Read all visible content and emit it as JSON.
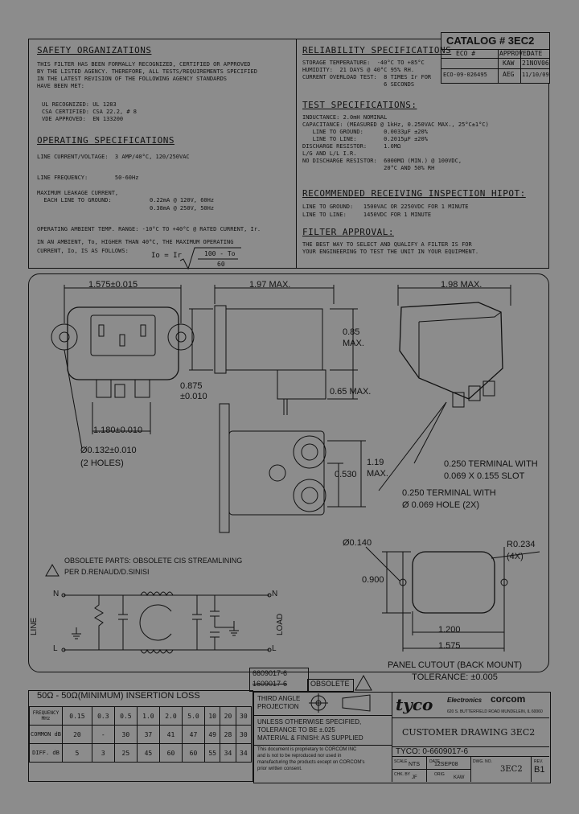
{
  "catalog": {
    "title": "CATALOG # 3EC2",
    "col_eco": "ECO #",
    "col_approved": "APPROVED",
    "col_date": "DATE",
    "r1_by": "KAW",
    "r1_date": "21NOV06",
    "r2_eco": "ECO-09-026495",
    "r2_by": "AEG",
    "r2_date": "11/10/09"
  },
  "safety": {
    "heading": "SAFETY ORGANIZATIONS",
    "body": "THIS FILTER HAS BEEN FORMALLY RECOGNIZED, CERTIFIED OR APPROVED\nBY THE LISTED AGENCY. THEREFORE, ALL TESTS/REQUIREMENTS SPECIFIED\nIN THE LATEST REVISION OF THE FOLLOWING AGENCY STANDARDS\nHAVE BEEN MET:",
    "agencies": "UL RECOGNIZED: UL 1283\nCSA CERTIFIED: CSA 22.2, # 8\nVDE APPROVED:  EN 133200"
  },
  "operating": {
    "heading": "OPERATING SPECIFICATIONS",
    "line1": "LINE CURRENT/VOLTAGE:  3 AMP/40°C, 120/250VAC",
    "line2": "LINE FREQUENCY:        50-60Hz",
    "leak": "MAXIMUM LEAKAGE CURRENT,\n  EACH LINE TO GROUND:",
    "leak_vals": "0.22mA @ 120V, 60Hz\n0.38mA @ 250V, 50Hz",
    "ambient": "OPERATING AMBIENT TEMP. RANGE: -10°C TO +40°C @ RATED CURRENT, Ir.",
    "derate": "IN AN AMBIENT, To, HIGHER THAN 40°C, THE MAXIMUM OPERATING\nCURRENT, Io, IS AS FOLLOWS:",
    "formula_left": "Io = Ir",
    "formula_num": "100 - To",
    "formula_den": "60"
  },
  "reliability": {
    "heading": "RELIABILITY SPECIFICATIONS",
    "body": "STORAGE TEMPERATURE:  -40°C TO +85°C\nHUMIDITY:  21 DAYS @ 40°C 95% RH.\nCURRENT OVERLOAD TEST:  8 TIMES Ir FOR\n                        6 SECONDS"
  },
  "test": {
    "heading": "TEST SPECIFICATIONS:",
    "body": "INDUCTANCE: 2.0mH NOMINAL\nCAPACITANCE: (MEASURED @ 1kHz, 0.250VAC MAX., 25°C±1°C)\n   LINE TO GROUND:      0.0033µF ±20%\n   LINE TO LINE:        0.2015µF ±20%\nDISCHARGE RESISTOR:     1.0MΩ\nL/G AND L/L I.R.\nNO DISCHARGE RESISTOR:  6000MΩ (MIN.) @ 100VDC,\n                        20°C AND 50% RH"
  },
  "hipot": {
    "heading": "RECOMMENDED RECEIVING INSPECTION HIPOT:",
    "body": "LINE TO GROUND:   1500VAC OR 2250VDC FOR 1 MINUTE\nLINE TO LINE:     1450VDC FOR 1 MINUTE"
  },
  "approval": {
    "heading": "FILTER APPROVAL:",
    "body": "THE BEST WAY TO SELECT AND QUALIFY A FILTER IS FOR\nYOUR ENGINEERING TO TEST THE UNIT IN YOUR EQUIPMENT."
  },
  "drawing": {
    "dim_1575": "1.575±0.015",
    "dim_197": "1.97 MAX.",
    "dim_198": "1.98 MAX.",
    "dim_085": "0.85\nMAX.",
    "dim_0875": "0.875\n±0.010",
    "dim_065": "0.65 MAX.",
    "dim_1180": "1.180±0.010",
    "dim_holes": "Ø0.132±0.010\n(2 HOLES)",
    "dim_119": "1.19\nMAX.",
    "dim_0530": "0.530",
    "term1": "0.250 TERMINAL WITH\n0.069 X 0.155 SLOT",
    "term2": "0.250 TERMINAL WITH\nØ 0.069 HOLE (2X)",
    "dim_0140": "Ø0.140",
    "dim_r": "R0.234\n(4X)",
    "dim_0900": "0.900",
    "dim_1200": "1.200",
    "dim_1575b": "1.575",
    "cutout": "PANEL CUTOUT (BACK MOUNT)\nTOLERANCE: ±0.005",
    "obsolete_note": "OBSOLETE PARTS: OBSOLETE CIS STREAMLINING\nPER D.RENAUD/D.SINISI",
    "n_left": "N",
    "l_left": "L",
    "n_right": "N",
    "l_right": "L",
    "line_lbl": "LINE",
    "load_lbl": "LOAD"
  },
  "loss": {
    "title": "50Ω - 50Ω(MINIMUM) INSERTION LOSS",
    "row_freq": "FREQUENCY MHz",
    "row_cm": "COMMON dB",
    "row_diff": "DIFF. dB",
    "freq": [
      "0.15",
      "0.3",
      "0.5",
      "1.0",
      "2.0",
      "5.0",
      "10",
      "20",
      "30"
    ],
    "cm": [
      "20",
      "-",
      "30",
      "37",
      "41",
      "47",
      "49",
      "28",
      "30"
    ],
    "diff": [
      "5",
      "3",
      "25",
      "45",
      "60",
      "60",
      "55",
      "34",
      "34"
    ]
  },
  "partno": {
    "current": "6609017-6",
    "old": "1609017-6",
    "obsolete": "OBSOLETE"
  },
  "title_block": {
    "projection": "THIRD ANGLE\nPROJECTION",
    "tolerance": "UNLESS OTHERWISE SPECIFIED,\nTOLERANCE TO BE ±.025\nMATERIAL & FINISH: AS SUPPLIED",
    "proprietary": "This document is proprietary to CORCOM INC\nand is not to be reproduced nor used in\nmanufacturing the products except on CORCOM's\nprior written consent.",
    "brand": "tyco",
    "brand_sub": "Electronics",
    "brand2": "corcom",
    "address": "620 S. BUTTERFIELD ROAD MUNDELEIN, IL 60060",
    "drawing_title": "CUSTOMER DRAWING 3EC2",
    "tyco_no": "TYCO: 0-6609017-6",
    "scale_lbl": "SCALE",
    "scale": "NTS",
    "date_lbl": "DATE",
    "date": "12SEP08",
    "dwg_lbl": "DWG. NO.",
    "dwg": "3EC2",
    "rev_lbl": "REV.",
    "rev": "B1",
    "chk_lbl": "CHK. BY",
    "chk": "JF",
    "orig_lbl": "ORIG",
    "orig": "KAW"
  }
}
